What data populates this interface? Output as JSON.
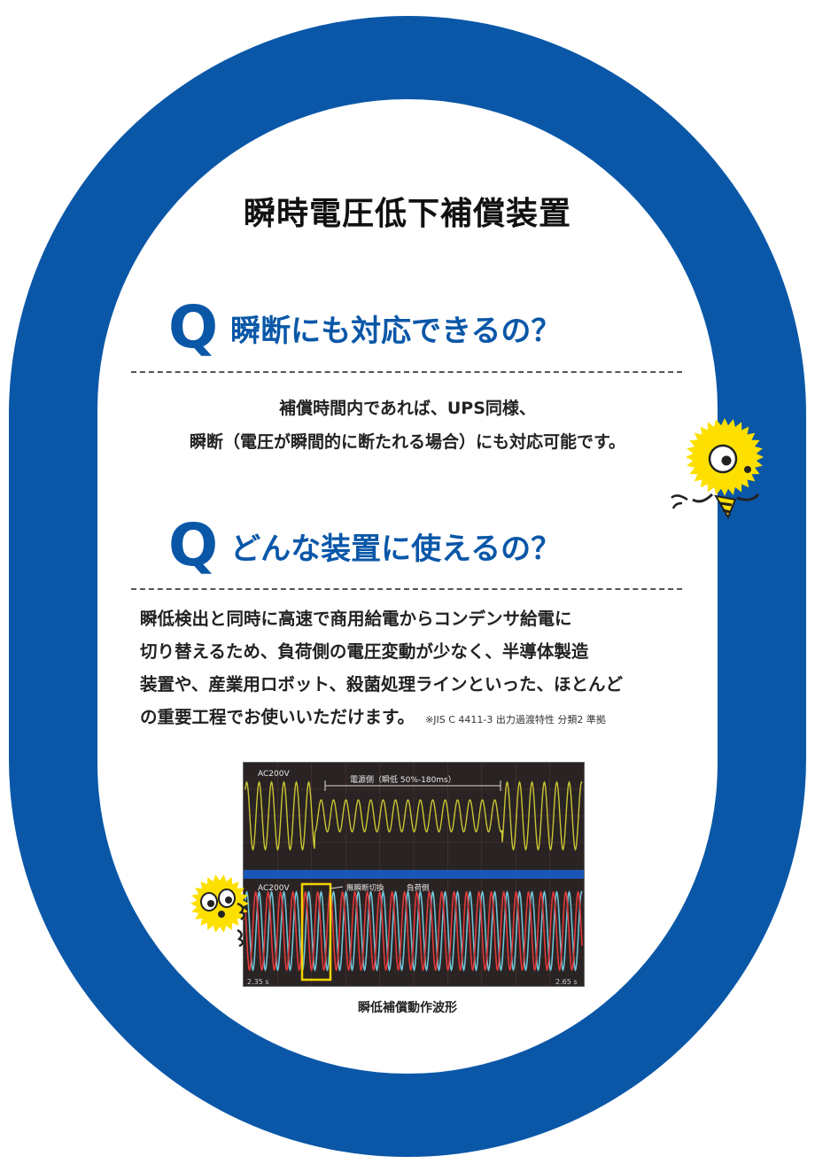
{
  "title": "瞬時電圧低下補償装置",
  "q1": {
    "mark": "Q",
    "question": "瞬断にも対応できるの？",
    "answer_line1": "補償時間内であれば、UPS同様、",
    "answer_line2": "瞬断（電圧が瞬間的に断たれる場合）にも対応可能です。"
  },
  "q2": {
    "mark": "Q",
    "question": "どんな装置に使えるの？",
    "answer_line1": "瞬低検出と同時に高速で商用給電からコンデンサ給電に",
    "answer_line2": "切り替えるため、負荷側の電圧変動が少なく、半導体製造",
    "answer_line3": "装置や、産業用ロボット、殺菌処理ラインといった、ほとんど",
    "answer_line4": "の重要工程でお使いいただけます。",
    "footnote": "※JIS C 4411-3 出力過渡特性 分類2 準拠"
  },
  "scope": {
    "top_label": "AC200V",
    "top_annotation": "電源側（瞬低 50%-180ms）",
    "bottom_label": "AC200V",
    "switch_label": "無瞬断切換",
    "load_label": "負荷側",
    "time_start": "2.35 s",
    "time_end": "2.65 s",
    "colors": {
      "supply": "#c9c633",
      "load_red": "#e0383a",
      "load_cyan": "#6ec3d6",
      "highlight": "#f2d400",
      "divider": "#1a56b8"
    }
  },
  "caption": "瞬低補償動作波形",
  "colors": {
    "brand_blue": "#0a57a8",
    "mascot_yellow": "#fde000"
  }
}
